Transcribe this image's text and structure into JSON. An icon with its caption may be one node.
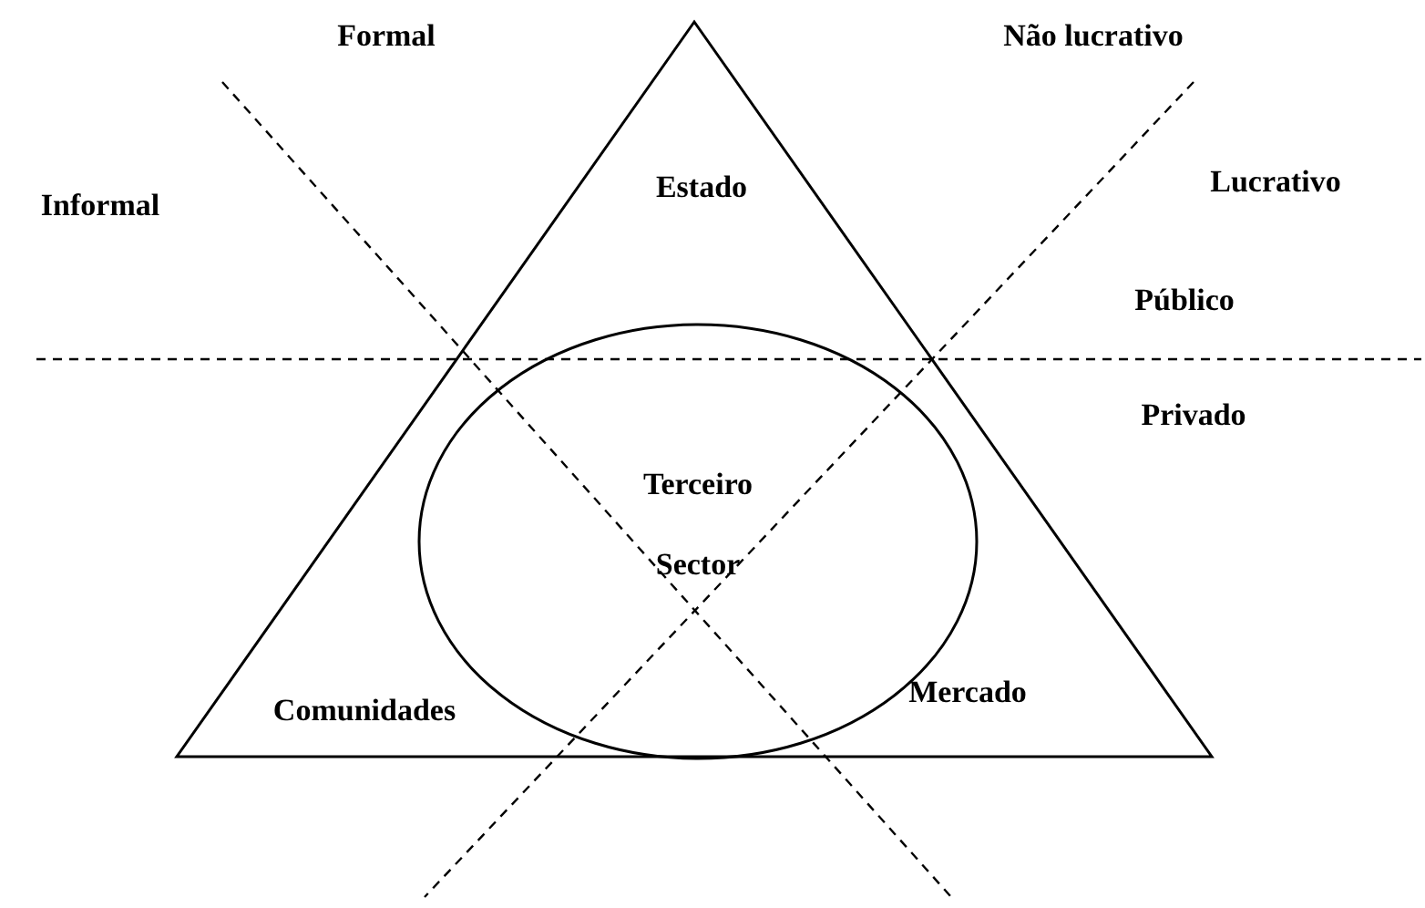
{
  "diagram": {
    "nodes": [
      {
        "text": [
          "Estado",
          "Comunidades",
          "Mercado"
        ]
      },
      {
        "text": [
          "Terceiro Sector"
        ],
        "in": 0
      }
    ],
    "labels": [
      "Formal",
      "Não lucrativo",
      "Informal",
      "Lucrativo",
      "Público",
      "Privado"
    ]
  }
}
